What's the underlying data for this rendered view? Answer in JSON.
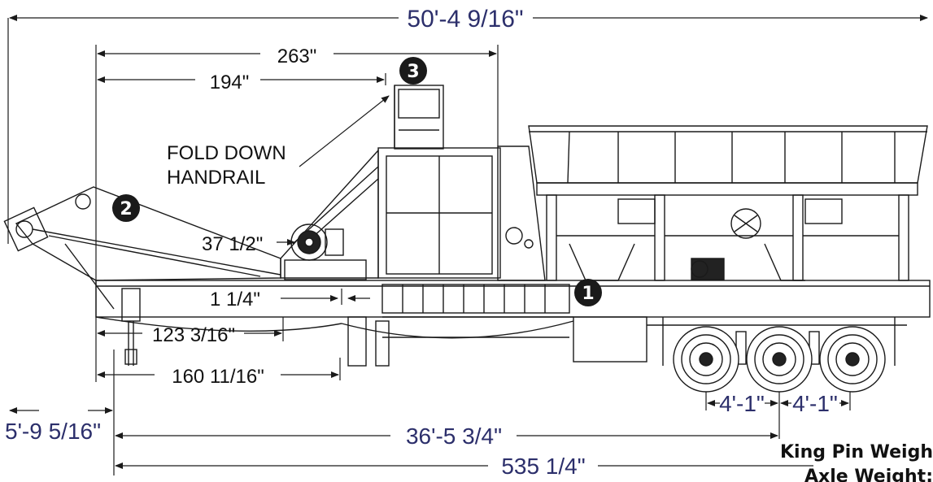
{
  "dimensions": {
    "overall_length": "50'-4 9/16\"",
    "upper_263": "263\"",
    "upper_194": "194\"",
    "height_37": "37 1/2\"",
    "gap_1_1_4": "1 1/4\"",
    "d_123": "123 3/16\"",
    "d_160": "160 11/16\"",
    "left_offset": "5'-9 5/16\"",
    "axle_spacing_1": "4'-1\"",
    "axle_spacing_2": "4'-1\"",
    "kingpin_to_axle": "36'-5 3/4\"",
    "bottom_535": "535 1/4\""
  },
  "callouts": {
    "fold_down_line1": "FOLD DOWN",
    "fold_down_line2": "HANDRAIL"
  },
  "badges": [
    "1",
    "2",
    "3"
  ],
  "notes": {
    "king_pin_weight": "King Pin Weigh",
    "axle_weight": "Axle Weight:"
  },
  "colors": {
    "line": "#1a1a1a",
    "dimension_navy": "#2c2f6b",
    "badge_fill": "#1a1a1a"
  }
}
